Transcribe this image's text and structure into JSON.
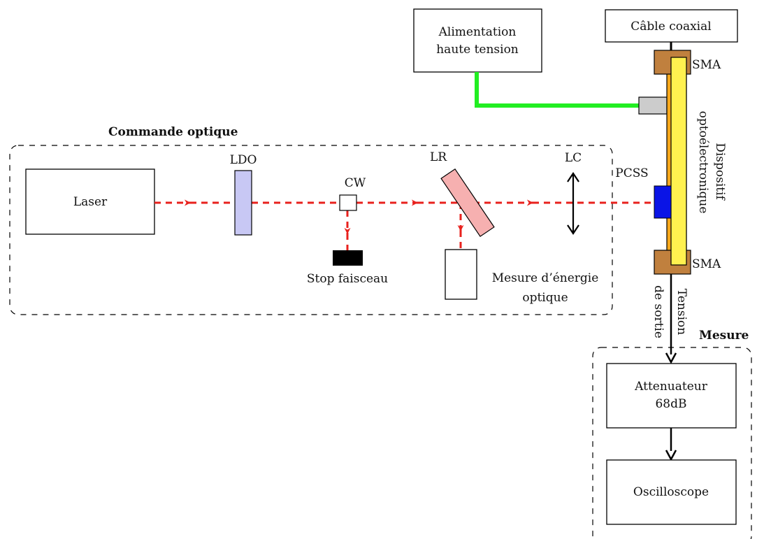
{
  "colors": {
    "beam": "#e8211d",
    "hv_cable": "#22ee22",
    "ldo": "#c8c8f4",
    "lr": "#f6b0b0",
    "sma": "#c0803e",
    "pcss": "#0a14e6",
    "device_inner": "#fff14f",
    "device_outer": "#f7a81b",
    "hv_connector": "#cccccc"
  },
  "regions": {
    "optical": "Commande optique",
    "measure": "Mesure"
  },
  "boxes": {
    "laser": "Laser",
    "alimentation_line1": "Alimentation",
    "alimentation_line2": "haute tension",
    "cable": "Câble coaxial",
    "attenuateur_line1": "Attenuateur",
    "attenuateur_line2": "68dB",
    "oscilloscope": "Oscilloscope"
  },
  "labels": {
    "ldo": "LDO",
    "cw": "CW",
    "lr": "LR",
    "lc": "LC",
    "pcss": "PCSS",
    "sma_top": "SMA",
    "sma_bottom": "SMA",
    "stop": "Stop faisceau",
    "energy_line1": "Mesure d’énergie",
    "energy_line2": "optique",
    "device_line1": "Dispositif",
    "device_line2": "optoélectronique",
    "tension_line1": "Tension",
    "tension_line2": "de sortie"
  }
}
